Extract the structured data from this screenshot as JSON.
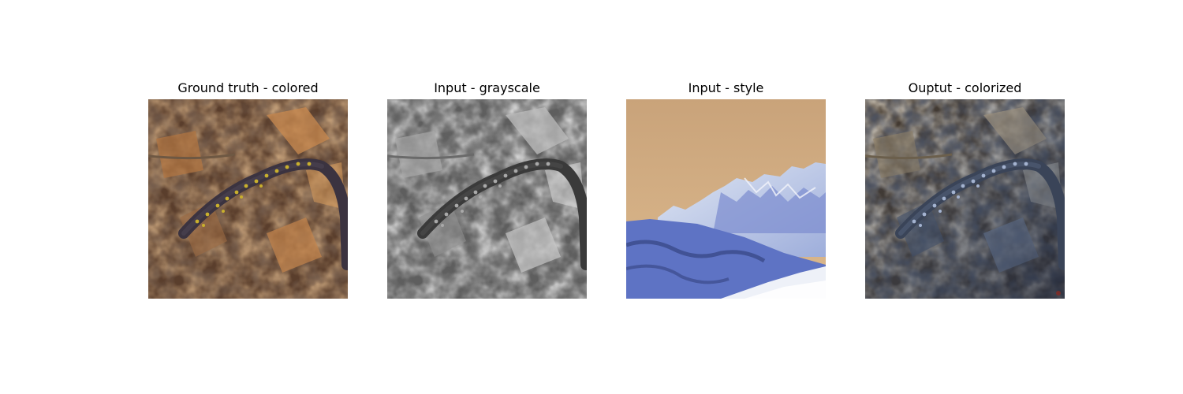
{
  "figure": {
    "panels": [
      {
        "title": "Ground truth - colored",
        "image": "salamander-on-leaves-colored"
      },
      {
        "title": "Input - grayscale",
        "image": "salamander-on-leaves-grayscale"
      },
      {
        "title": "Input - style",
        "image": "mountain-painting-style-reference"
      },
      {
        "title": "Ouptut - colorized",
        "image": "salamander-on-leaves-colorized"
      }
    ]
  }
}
